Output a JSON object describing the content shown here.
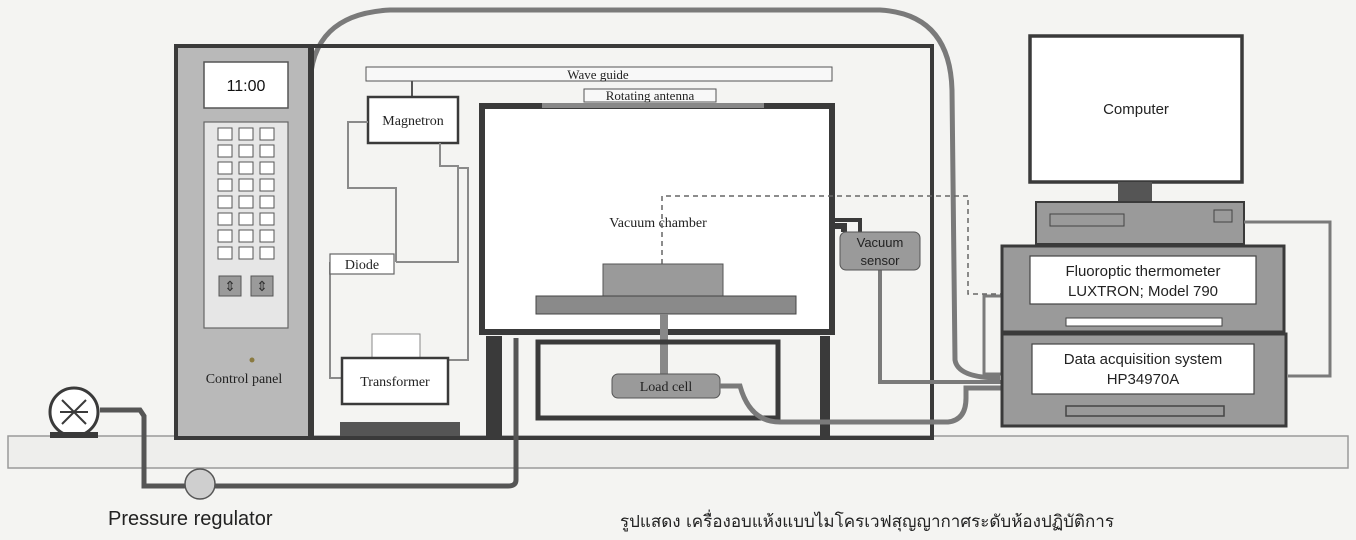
{
  "labels": {
    "clock": "11:00",
    "control_panel": "Control panel",
    "wave_guide": "Wave guide",
    "rotating_antenna": "Rotating antenna",
    "magnetron": "Magnetron",
    "diode": "Diode",
    "transformer": "Transformer",
    "vacuum_chamber": "Vacuum chamber",
    "vacuum_sensor_line1": "Vacuum",
    "vacuum_sensor_line2": "sensor",
    "load_cell": "Load cell",
    "computer": "Computer",
    "thermometer_line1": "Fluoroptic thermometer",
    "thermometer_line2": "LUXTRON; Model 790",
    "daq_line1": "Data acquisition system",
    "daq_line2": "HP34970A"
  },
  "captions": {
    "pressure_regulator": "Pressure regulator",
    "thai_caption": "รูปแสดง เครื่องอบแห้งแบบไมโครเวฟสุญญากาศระดับห้องปฏิบัติการ"
  },
  "icons": {
    "up_down_button": "up-down-arrows-icon",
    "pump": "pump-icon",
    "pressure_regulator": "pressure-regulator-icon"
  },
  "colors": {
    "frame": "#3a3a3a",
    "panel_fill": "#b9b9b9",
    "device_fill": "#9a9a9a",
    "pipe": "#7a7a7a",
    "background": "#f4f4f2"
  }
}
